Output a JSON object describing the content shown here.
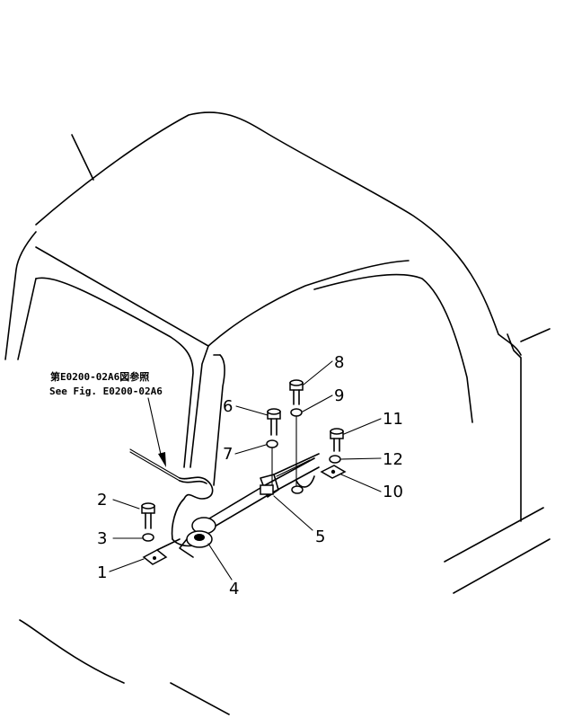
{
  "reference_note": {
    "line1": "第E0200-02A6図参照",
    "line2": "See Fig. E0200-02A6"
  },
  "callouts": [
    "1",
    "2",
    "3",
    "4",
    "5",
    "6",
    "7",
    "8",
    "9",
    "10",
    "11",
    "12"
  ]
}
